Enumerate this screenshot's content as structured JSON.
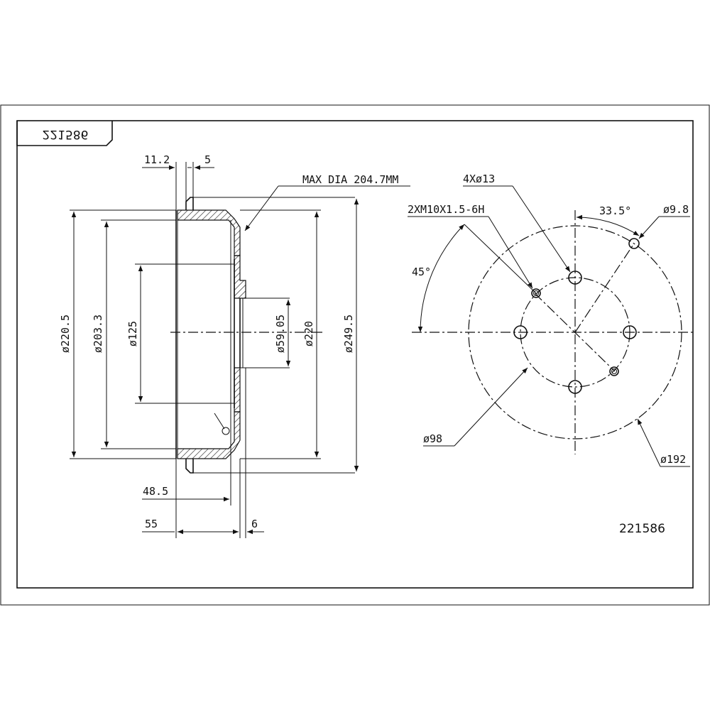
{
  "title_block": {
    "part_number_mirrored": "221586"
  },
  "part_number": "221586",
  "side_view": {
    "dim_flange_thickness": "11.2",
    "dim_lip": "5",
    "dim_max_dia": "MAX DIA 204.7MM",
    "dim_outer_220_5": "ø220.5",
    "dim_bore_203_3": "ø203.3",
    "dim_hub_125": "ø125",
    "dim_center_59_05": "ø59.05",
    "dim_220": "ø220",
    "dim_249_5": "ø249.5",
    "dim_depth_48_5": "48.5",
    "dim_depth_55": "55",
    "dim_face_6": "6"
  },
  "front_view": {
    "label_holes": "4Xø13",
    "label_thread": "2XM10X1.5-6H",
    "label_angle_45": "45°",
    "label_angle_33_5": "33.5°",
    "label_small_hole": "ø9.8",
    "label_pcd_98": "ø98",
    "label_pcd_192": "ø192"
  }
}
